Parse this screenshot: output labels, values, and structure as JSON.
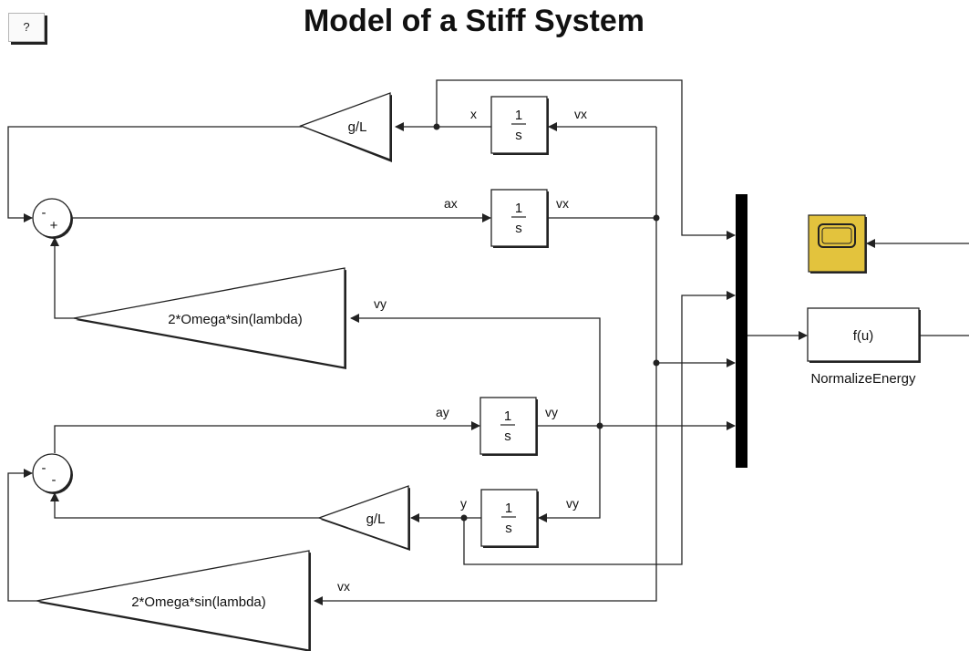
{
  "title": "Model of a Stiff System",
  "help_button": {
    "label": "?"
  },
  "integrator": {
    "numerator": "1",
    "denominator": "s"
  },
  "gains": {
    "g_over_l": "g/L",
    "coriolis": "2*Omega*sin(lambda)"
  },
  "sum_blocks": {
    "top": {
      "signs": [
        "-",
        "+"
      ]
    },
    "bottom": {
      "signs": [
        "-",
        "-"
      ]
    }
  },
  "fcn_block": {
    "expression": "f(u)",
    "name": "NormalizeEnergy"
  },
  "signals": {
    "x": "x",
    "y": "y",
    "vx": "vx",
    "vy": "vy",
    "ax": "ax",
    "ay": "ay"
  },
  "colors": {
    "scope": "#e3c33d",
    "mux": "#000000",
    "line": "#222222"
  },
  "icons": {
    "scope": "scope-icon"
  }
}
